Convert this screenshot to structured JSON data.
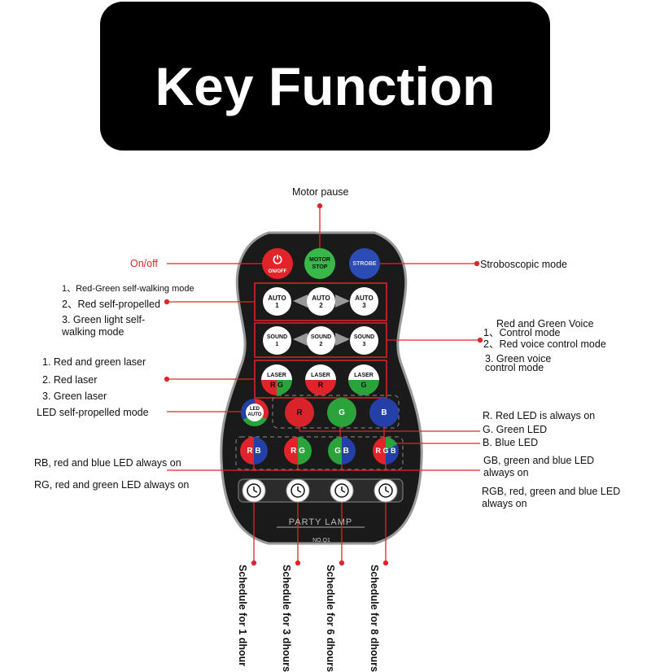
{
  "title": "Key Function",
  "remote": {
    "row1": {
      "onoff": "ON/OFF",
      "motor": "MOTOR STOP",
      "strobe": "STROBE"
    },
    "auto": [
      "AUTO\n1",
      "AUTO\n2",
      "AUTO\n3"
    ],
    "sound": [
      "SOUND\n1",
      "SOUND\n2",
      "SOUND\n3"
    ],
    "laser": [
      {
        "top": "LASER",
        "bottom": "R G"
      },
      {
        "top": "LASER",
        "bottom": "R"
      },
      {
        "top": "LASER",
        "bottom": "G"
      }
    ],
    "led_auto": "LED AUTO",
    "single_led": [
      "R",
      "G",
      "B"
    ],
    "combo_led": [
      "R B",
      "R G",
      "G B",
      "R G B"
    ],
    "brand": "PARTY LAMP",
    "model": "NO.Q1"
  },
  "labels": {
    "motor_pause": "Motor pause",
    "on_off": "On/off",
    "strobe_mode": "Stroboscopic mode",
    "auto_1": "1、Red-Green self-walking mode",
    "auto_2": "2、Red self-propelled",
    "auto_3a": "3. Green light self-",
    "auto_3b": "walking mode",
    "voice_1a": "Red and Green Voice",
    "voice_1b": "1、Control mode",
    "voice_2": "2、Red voice control mode",
    "voice_3a": "3. Green voice",
    "voice_3b": "control mode",
    "laser_1": "1. Red and green laser",
    "laser_2": "2. Red laser",
    "laser_3": "3. Green laser",
    "led_self": "LED self-propelled mode",
    "r_led": "R. Red LED is always on",
    "g_led": "G. Green LED",
    "b_led": "B. Blue LED",
    "rb": "RB, red and blue LED always on",
    "rg": "RG, red and green LED always on",
    "gb_a": "GB, green and blue LED",
    "gb_b": "always on",
    "rgb_a": "RGB, red, green and blue LED",
    "rgb_b": "always on",
    "sched_1": "Schedule  for 1 dhour",
    "sched_3": "Schedule  for 3 dhours",
    "sched_6": "Schedule  for 6 dhours",
    "sched_8": "Schedule  for 8 dhours"
  },
  "colors": {
    "red": "#e0242a",
    "green": "#2aa43a",
    "blue": "#2340a8",
    "body": "#1a1a1a"
  }
}
